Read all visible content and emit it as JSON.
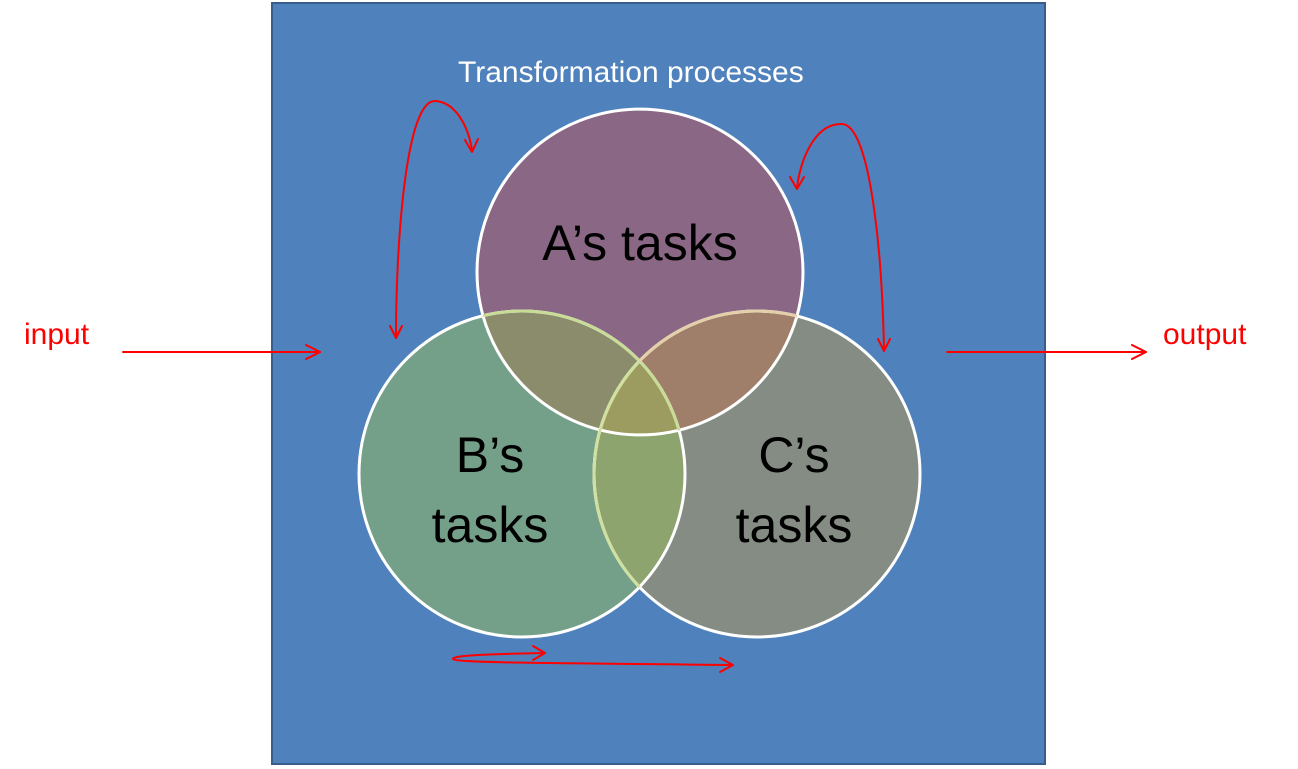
{
  "diagram": {
    "title": "Transformation processes",
    "input_label": "input",
    "output_label": "output",
    "circles": [
      {
        "id": "A",
        "label": "A’s tasks",
        "fill": "#8a6785"
      },
      {
        "id": "B",
        "label_line1": "B’s",
        "label_line2": "tasks",
        "fill": "#74a08a"
      },
      {
        "id": "C",
        "label_line1": "C’s",
        "label_line2": "tasks",
        "fill": "#848c84"
      }
    ],
    "colors": {
      "panel_fill": "#4f81bd",
      "panel_border": "#385d8a",
      "arrow": "#ff0000",
      "title_text": "#ffffff",
      "circle_stroke": "#ffffff"
    }
  }
}
